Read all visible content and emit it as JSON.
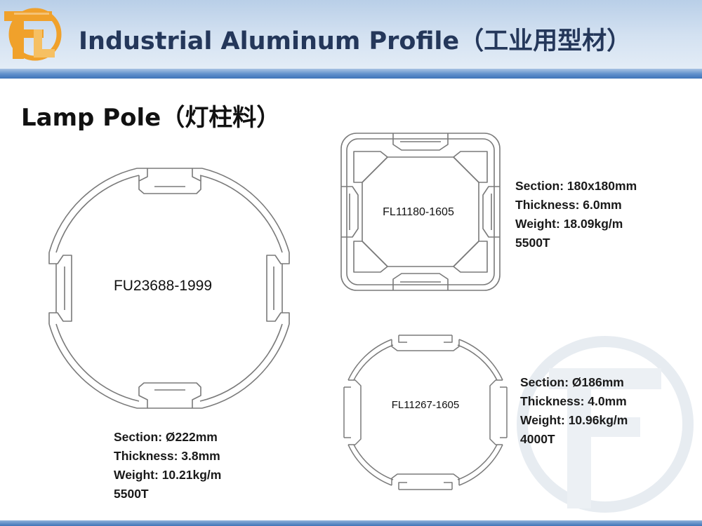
{
  "header": {
    "title": "Industrial Aluminum Profile（工业用型材）",
    "logo_icon": "fl-monogram-logo-icon"
  },
  "section": {
    "title": "Lamp Pole（灯柱料）"
  },
  "profiles": [
    {
      "code": "FU23688-1999",
      "icon": "round-profile-cross-section-icon",
      "specs": [
        "Section: Ø222mm",
        "Thickness: 3.8mm",
        "Weight: 10.21kg/m",
        "5500T"
      ]
    },
    {
      "code": "FL11180-1605",
      "icon": "square-profile-cross-section-icon",
      "specs": [
        "Section: 180x180mm",
        "Thickness: 6.0mm",
        "Weight: 18.09kg/m",
        "5500T"
      ]
    },
    {
      "code": "FL11267-1605",
      "icon": "round-profile-cross-section-icon",
      "specs": [
        "Section: Ø186mm",
        "Thickness: 4.0mm",
        "Weight: 10.96kg/m",
        "4000T"
      ]
    }
  ],
  "watermark_icon": "fl-watermark-logo-icon",
  "colors": {
    "title_text": "#24375a",
    "header_blue": "#3f74b8",
    "logo_orange": "#f0a12b",
    "drawing_line": "#7a7a7a"
  }
}
